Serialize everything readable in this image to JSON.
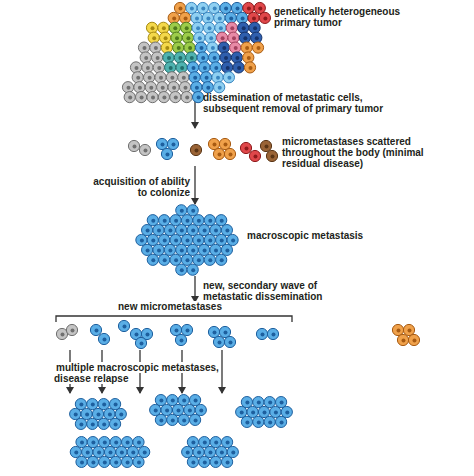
{
  "diagram": {
    "labels": [
      "genetically heterogeneous primary tumor",
      "dissemination of metastatic cells, subsequent removal of primary tumor",
      "micrometastases scattered throughout the body (minimal residual disease)",
      "acquisition of ability to colonize",
      "macroscopic metastasis",
      "new, secondary wave of metastatic dissemination",
      "new micrometastases",
      "multiple macroscopic metastases, disease relapse"
    ]
  }
}
